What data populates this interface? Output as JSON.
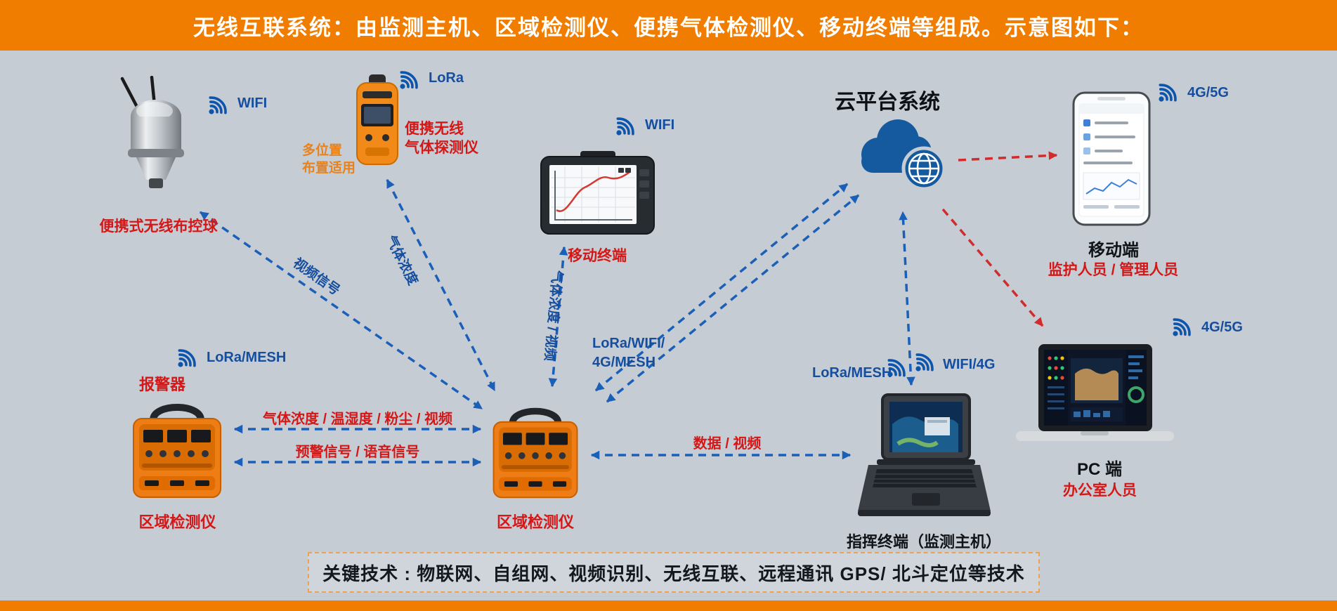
{
  "banner": {
    "text": "无线互联系统：由监测主机、区域检测仪、便携气体检测仪、移动终端等组成。示意图如下："
  },
  "cloud": {
    "title": "云平台系统"
  },
  "devices": {
    "ball_camera": {
      "label": "便携式无线布控球",
      "signal": "WIFI"
    },
    "gas_detector": {
      "name_line1": "便携无线",
      "name_line2": "气体探测仪",
      "note_line1": "多位置",
      "note_line2": "布置适用",
      "signal": "LoRa"
    },
    "mobile_terminal": {
      "label": "移动终端",
      "signal": "WIFI"
    },
    "phone": {
      "title": "移动端",
      "subtitle": "监护人员 / 管理人员",
      "signal": "4G/5G"
    },
    "alarm": {
      "tag": "报警器",
      "label": "区域检测仪",
      "signal": "LoRa/MESH"
    },
    "area_detector": {
      "label": "区域检测仪"
    },
    "command_terminal": {
      "label": "指挥终端（监测主机）",
      "signal_left": "LoRa/MESH",
      "signal_right": "WIFI/4G"
    },
    "pc": {
      "title": "PC 端",
      "subtitle": "办公室人员",
      "signal": "4G/5G"
    }
  },
  "links": {
    "video_signal": "视频信号",
    "gas_concentration": "气体浓度",
    "gas_video": "气体浓度 / 视频",
    "uplink_line1": "LoRa/WIFI/",
    "uplink_line2": "4G/MESH",
    "sensor_data": "气体浓度 / 温湿度 / 粉尘 / 视频",
    "warning_signals": "预警信号 / 语音信号",
    "data_video": "数据 / 视频"
  },
  "footer": {
    "key_tech": "关键技术 : 物联网、自组网、视频识别、无线互联、远程通讯 GPS/ 北斗定位等技术"
  },
  "colors": {
    "banner_orange": "#f07c00",
    "background": "#c6ccd4",
    "label_blue": "#164e9e",
    "label_red": "#d41717",
    "arrow_blue": "#1a5fb8",
    "arrow_red": "#d32b2b",
    "cloud_blue": "#155a9e"
  }
}
